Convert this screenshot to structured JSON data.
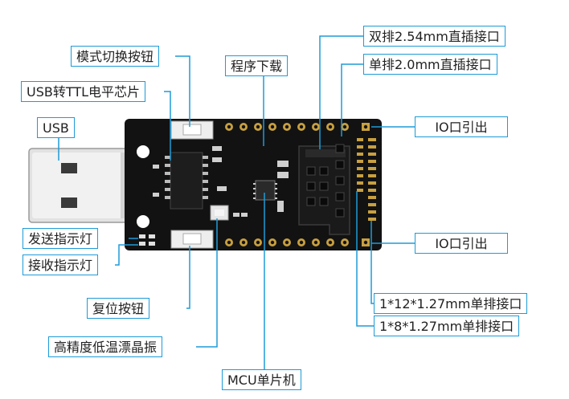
{
  "labels": {
    "usb": "USB",
    "usb_ttl_chip": "USB转TTL电平芯片",
    "mode_switch_button": "模式切换按钮",
    "program_download": "程序下载",
    "dual_row_254": "双排2.54mm直插接口",
    "single_row_20": "单排2.0mm直插接口",
    "io_out_top": "IO口引出",
    "io_out_bottom": "IO口引出",
    "tx_led": "发送指示灯",
    "rx_led": "接收指示灯",
    "reset_button": "复位按钮",
    "crystal": "高精度低温漂晶振",
    "mcu": "MCU单片机",
    "header_1x12": "1*12*1.27mm单排接口",
    "header_1x8": "1*8*1.27mm单排接口"
  },
  "colors": {
    "accent": "#1e9bd7",
    "pcb": "#111111",
    "gold": "#c8a040",
    "usb_metal": "#d9d9d9"
  }
}
